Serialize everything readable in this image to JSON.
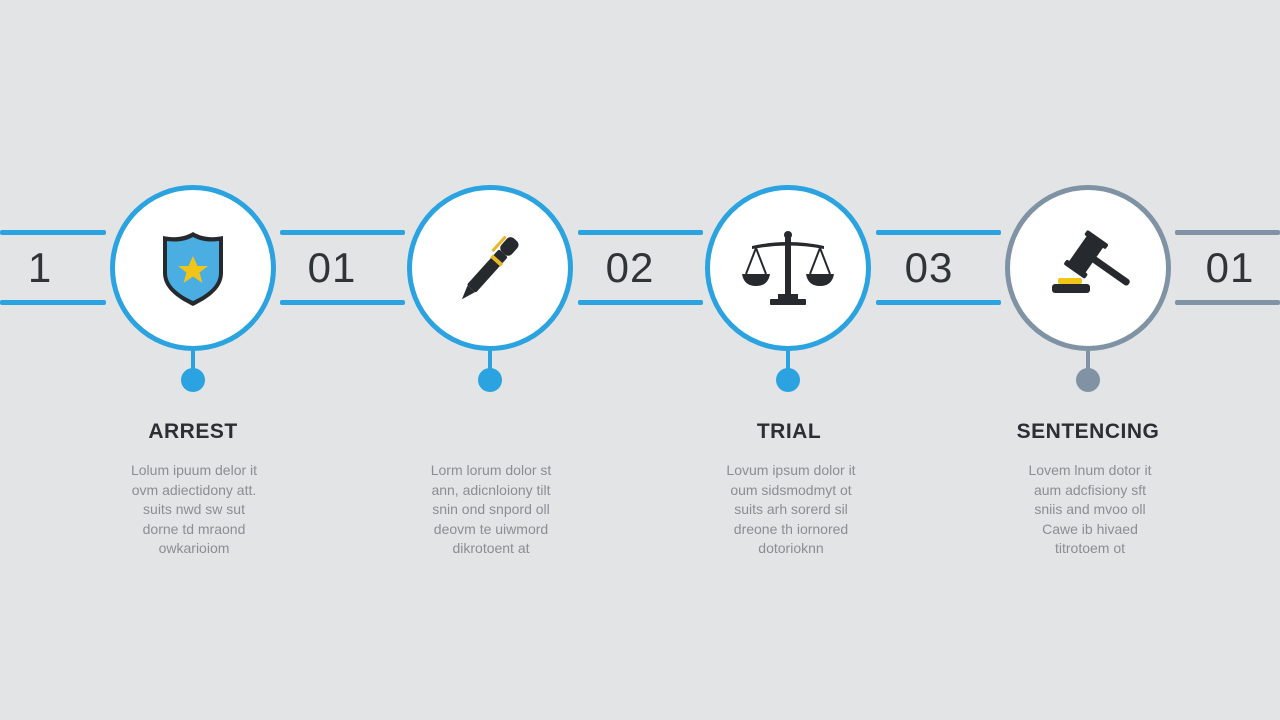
{
  "colors": {
    "background": "#e3e4e5",
    "accent_blue": "#2aa3e0",
    "accent_grey": "#7f93a4",
    "star_yellow": "#f2c417",
    "icon_dark": "#262a2e"
  },
  "connector_numbers": [
    "1",
    "01",
    "02",
    "03",
    "01"
  ],
  "steps": [
    {
      "icon": "police-badge-icon",
      "title": "ARREST",
      "desc": [
        "Lolum ipuum delor it",
        "ovm adiectidony att.",
        "suits nwd sw sut",
        "dorne td mraond",
        "owkarioiom"
      ]
    },
    {
      "icon": "pen-icon",
      "title": "",
      "desc": [
        "Lorm lorum dolor st",
        "ann, adicnloiony tilt",
        "snin ond snpord oll",
        "deovm te uiwmord",
        "dikrotoent at"
      ]
    },
    {
      "icon": "scales-of-justice-icon",
      "title": "TRIAL",
      "desc": [
        "Lovum ipsum dolor it",
        "oum sidsmodmyt ot",
        "suits arh sorerd sil",
        "dreone th iornored",
        "dotorioknn"
      ]
    },
    {
      "icon": "gavel-icon",
      "title": "SENTENCING",
      "desc": [
        "Lovem lnum dotor it",
        "aum adcfisiony sft",
        "sniis and mvoo oll",
        "Cawe ib hivaed",
        "titrotoem ot"
      ]
    }
  ]
}
